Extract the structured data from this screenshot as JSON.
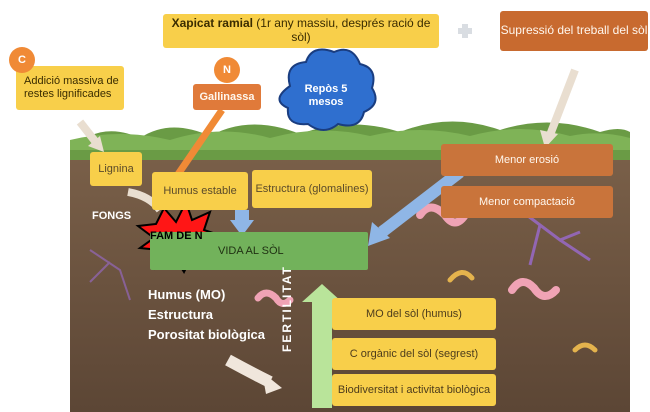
{
  "top_banner": {
    "title_bold": "Xapicat ramial",
    "title_rest": " (1r any massiu, després ració de sòl)",
    "plus_icon": "plus-icon",
    "right": "Supressió del treball del sòl"
  },
  "carbon": {
    "marker": "C",
    "text": "Addició massiva de restes lignificades"
  },
  "nitrogen": {
    "marker": "N",
    "text": "Gallinassa"
  },
  "rest": {
    "text": "Repòs 5 mesos"
  },
  "soil": {
    "lignin": "Lignina",
    "stable_humus": "Humus estable",
    "structure_glomalines": "Estructura (glomalines)",
    "less_erosion": "Menor erosió",
    "less_compaction": "Menor compactació",
    "fungi": "FONGS",
    "hunger": "FAM DE N",
    "soil_life": "VIDA AL SÒL",
    "humus_mo": "Humus (MO)",
    "structure": "Estructura",
    "porosity": "Porositat biològica",
    "fertility": "FERTILITAT",
    "mo_soil": "MO del sòl (humus)",
    "c_organic": "C orgànic del sòl (segrest)",
    "biodiversity": "Biodiversitat i activitat biològica"
  },
  "colors": {
    "yellow": "#f8cf4a",
    "orange": "#cf7b3e",
    "green": "#72b25b",
    "blue_arrow": "#8fb6e6",
    "soil": "#6b5441",
    "grass": "#6a9b45",
    "red_burst": "#ff1616",
    "cloud_blue": "#2f6fcf"
  }
}
